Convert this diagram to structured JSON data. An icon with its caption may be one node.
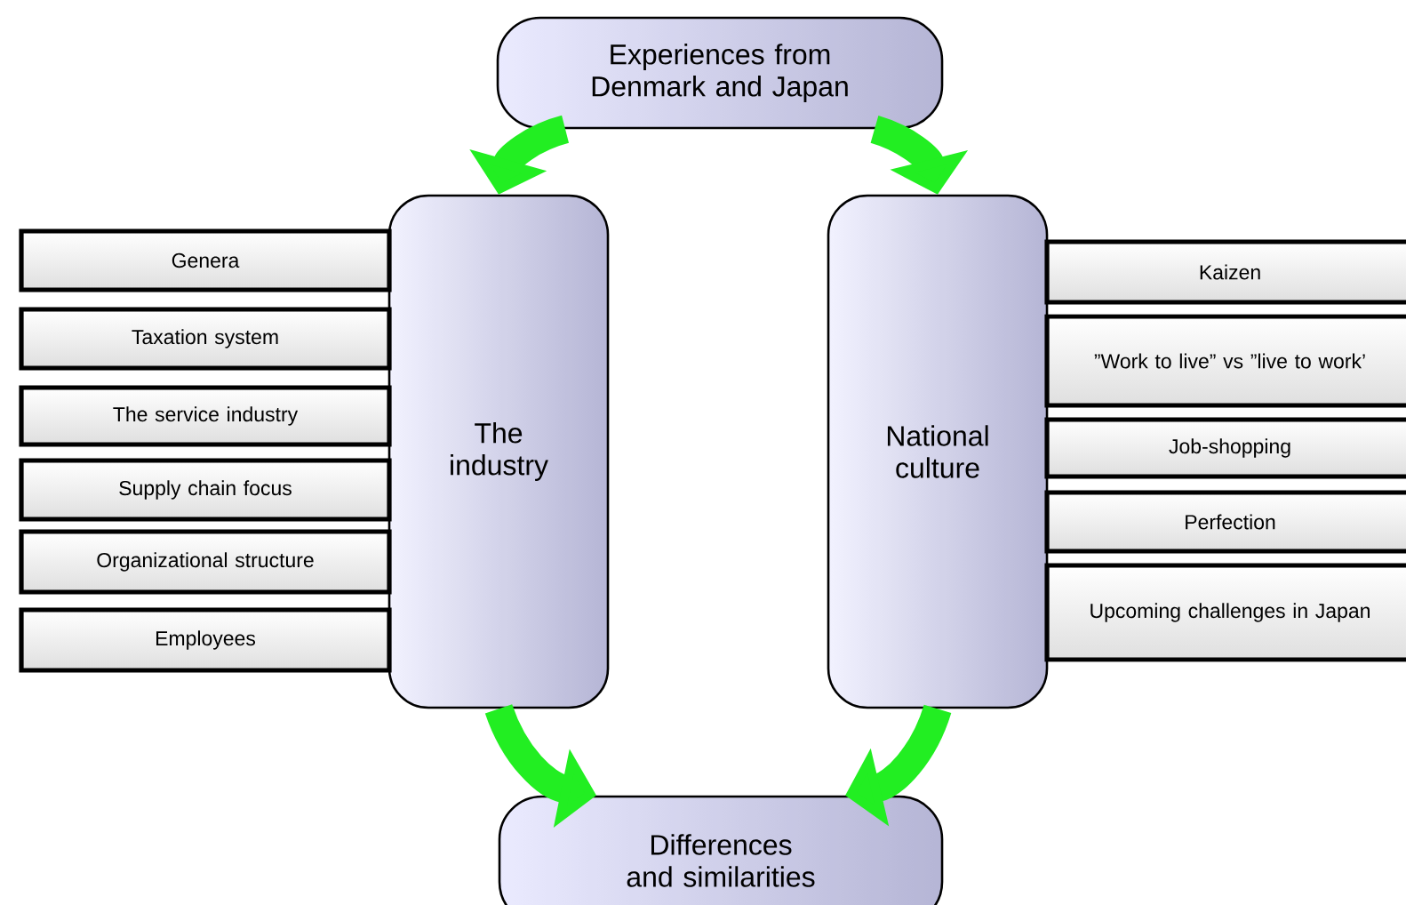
{
  "diagram": {
    "nodes": [
      {
        "text": [
          "Experiences from Denmark and Japan"
        ]
      },
      {
        "text": [
          "The industry"
        ]
      },
      {
        "text": [
          "National culture"
        ]
      },
      {
        "text": [
          "Differences and similarities"
        ]
      },
      {
        "text": [
          "Genera"
        ]
      },
      {
        "text": [
          "Taxation system"
        ]
      },
      {
        "text": [
          "The service industry"
        ]
      },
      {
        "text": [
          "Supply chain focus"
        ]
      },
      {
        "text": [
          "Organizational structure"
        ]
      },
      {
        "text": [
          "Employees"
        ]
      },
      {
        "text": [
          "Kaizen"
        ]
      },
      {
        "text": [
          "”Work to live” vs ”live to work’"
        ]
      },
      {
        "text": [
          "Job-shopping"
        ]
      },
      {
        "text": [
          "Perfection"
        ]
      },
      {
        "text": [
          "Upcoming challenges in Japan"
        ]
      }
    ],
    "edges": [
      {
        "from": 0,
        "to": 1,
        "arrow": "to"
      },
      {
        "from": 0,
        "to": 2,
        "arrow": "to"
      },
      {
        "from": 1,
        "to": 3,
        "arrow": "to"
      },
      {
        "from": 2,
        "to": 3,
        "arrow": "to"
      }
    ]
  }
}
